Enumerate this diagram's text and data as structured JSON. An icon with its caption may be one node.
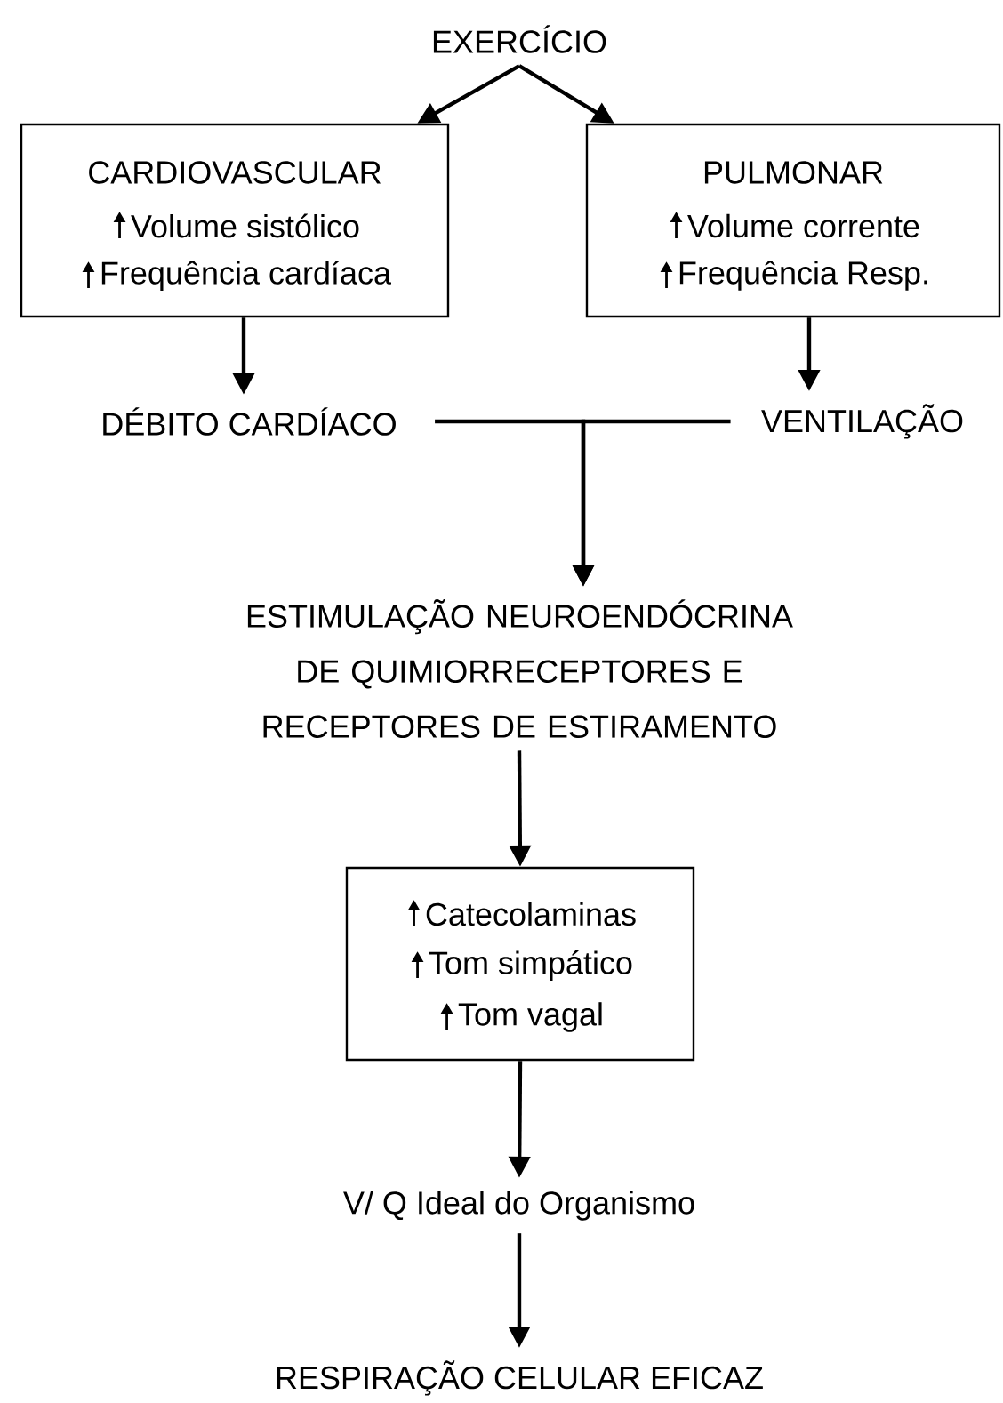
{
  "diagram": {
    "nodes": [
      {
        "text": [
          "EXERCÍCIO"
        ]
      },
      {
        "text": [
          "CARDIOVASCULAR",
          "Volume sistólico",
          "Frequência cardíaca"
        ]
      },
      {
        "text": [
          "PULMONAR",
          "Volume corrente",
          "Frequência Resp."
        ]
      },
      {
        "text": [
          "DÉBITO CARDÍACO"
        ]
      },
      {
        "text": [
          "VENTILAÇÃO"
        ]
      },
      {
        "text": [
          "ESTIMULAÇÃO NEUROENDÓCRINA DE QUIMIORRECEPTORES E RECEPTORES DE ESTIRAMENTO"
        ]
      },
      {
        "text": [
          "Catecolaminas",
          "Tom simpático",
          "Tom vagal"
        ]
      },
      {
        "text": [
          "V/ Q Ideal do Organismo"
        ]
      },
      {
        "text": [
          "RESPIRAÇÃO CELULAR EFICAZ"
        ]
      }
    ],
    "edges": [
      {
        "from": 0,
        "to": 1,
        "arrow": "to"
      },
      {
        "from": 0,
        "to": 2,
        "arrow": "to"
      },
      {
        "from": 1,
        "to": 3,
        "arrow": "to"
      },
      {
        "from": 2,
        "to": 4,
        "arrow": "to"
      },
      {
        "from": 3,
        "to": 5,
        "arrow": "to"
      },
      {
        "from": 4,
        "to": 5,
        "arrow": "to"
      },
      {
        "from": 5,
        "to": 6,
        "arrow": "to"
      },
      {
        "from": 6,
        "to": 7,
        "arrow": "to"
      },
      {
        "from": 7,
        "to": 8,
        "arrow": "to"
      }
    ]
  }
}
